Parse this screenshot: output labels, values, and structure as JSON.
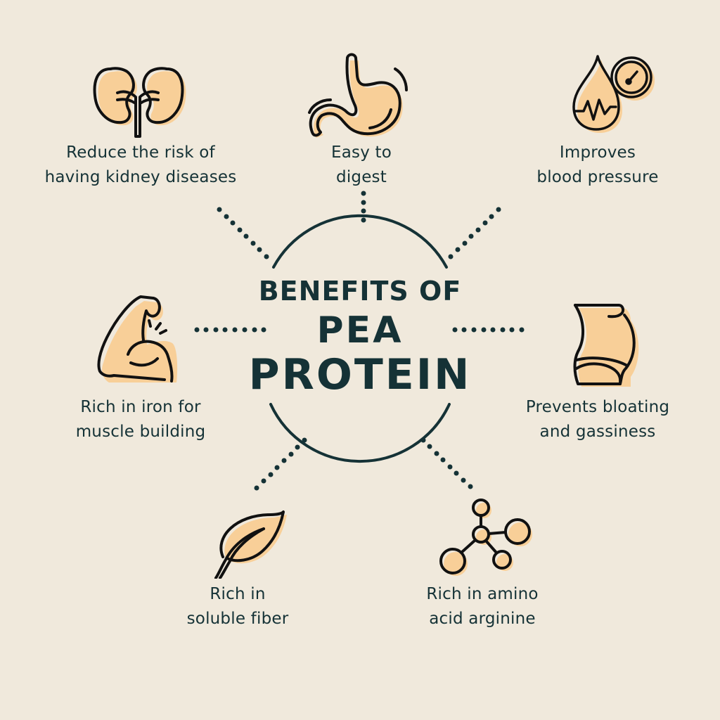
{
  "title": {
    "line1": "BENEFITS OF",
    "line2": "PEA",
    "line3": "PROTEIN"
  },
  "colors": {
    "background": "#f0e9dc",
    "ink": "#153236",
    "icon_fill": "#f8cf98",
    "icon_stroke": "#111111"
  },
  "benefits": [
    {
      "id": "kidney",
      "icon": "kidney-icon",
      "line1": "Reduce the risk of",
      "line2": "having kidney diseases"
    },
    {
      "id": "digest",
      "icon": "stomach-icon",
      "line1": "Easy to",
      "line2": "digest"
    },
    {
      "id": "blood-pressure",
      "icon": "blood-pressure-icon",
      "line1": "Improves",
      "line2": "blood pressure"
    },
    {
      "id": "muscle",
      "icon": "flexed-bicep-icon",
      "line1": "Rich in iron for",
      "line2": "muscle building"
    },
    {
      "id": "bloating",
      "icon": "belly-icon",
      "line1": "Prevents bloating",
      "line2": "and gassiness"
    },
    {
      "id": "fiber",
      "icon": "leaf-icon",
      "line1": "Rich in",
      "line2": "soluble fiber"
    },
    {
      "id": "arginine",
      "icon": "molecule-icon",
      "line1": "Rich in amino",
      "line2": "acid arginine"
    }
  ]
}
